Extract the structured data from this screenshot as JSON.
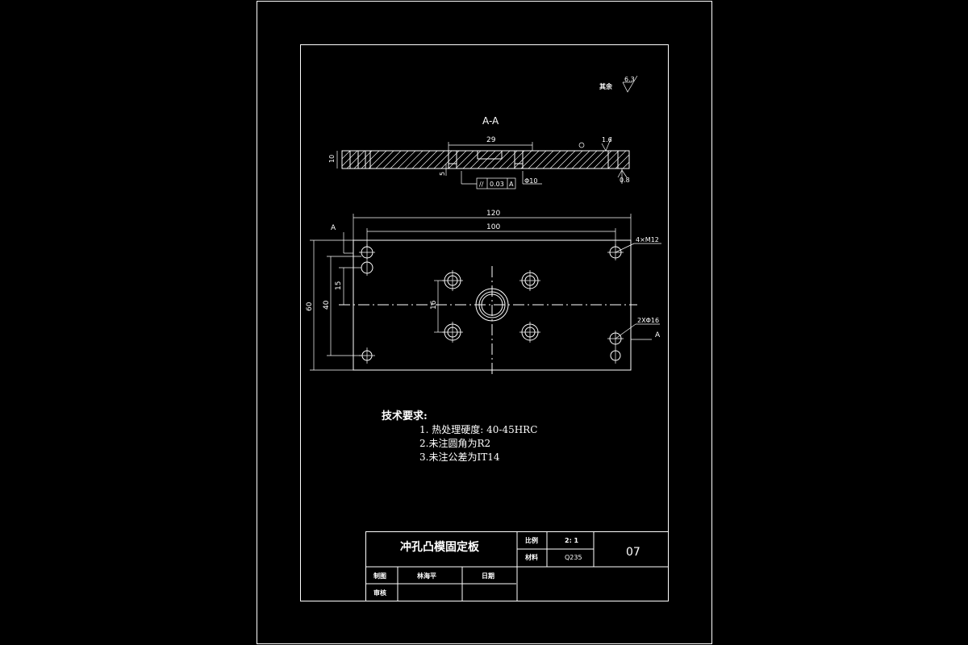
{
  "roughness": {
    "label": "其余",
    "value": "6.3"
  },
  "section": {
    "label": "A-A",
    "dim_width": "29",
    "dim_thickness": "10",
    "dim_step": "5",
    "tolerance_symbol": "//",
    "tolerance_value": "0.03",
    "datum": "A",
    "hole_dia": "Φ10",
    "roughness_top": "1.6",
    "roughness_bottom": "0.8"
  },
  "plan": {
    "dim_overall_width": "120",
    "dim_hole_span": "100",
    "dim_overall_height": "60",
    "dim_hole_height": "40",
    "dim_offset_15": "15",
    "dim_center_16": "16",
    "label_thread": "4×M12",
    "label_pin": "2XΦ16",
    "datum_top": "A",
    "datum_right": "A"
  },
  "notes": {
    "heading": "技术要求:",
    "items": [
      "1. 热处理硬度: 40-45HRC",
      "2.未注圆角为R2",
      "3.未注公差为IT14"
    ]
  },
  "title_block": {
    "part_name": "冲孔凸模固定板",
    "scale_label": "比例",
    "scale_value": "2: 1",
    "material_label": "材料",
    "material_value": "Q235",
    "drawing_number": "07",
    "drawn_label": "制图",
    "drawn_name": "林海平",
    "date_label": "日期",
    "check_label": "审核"
  }
}
